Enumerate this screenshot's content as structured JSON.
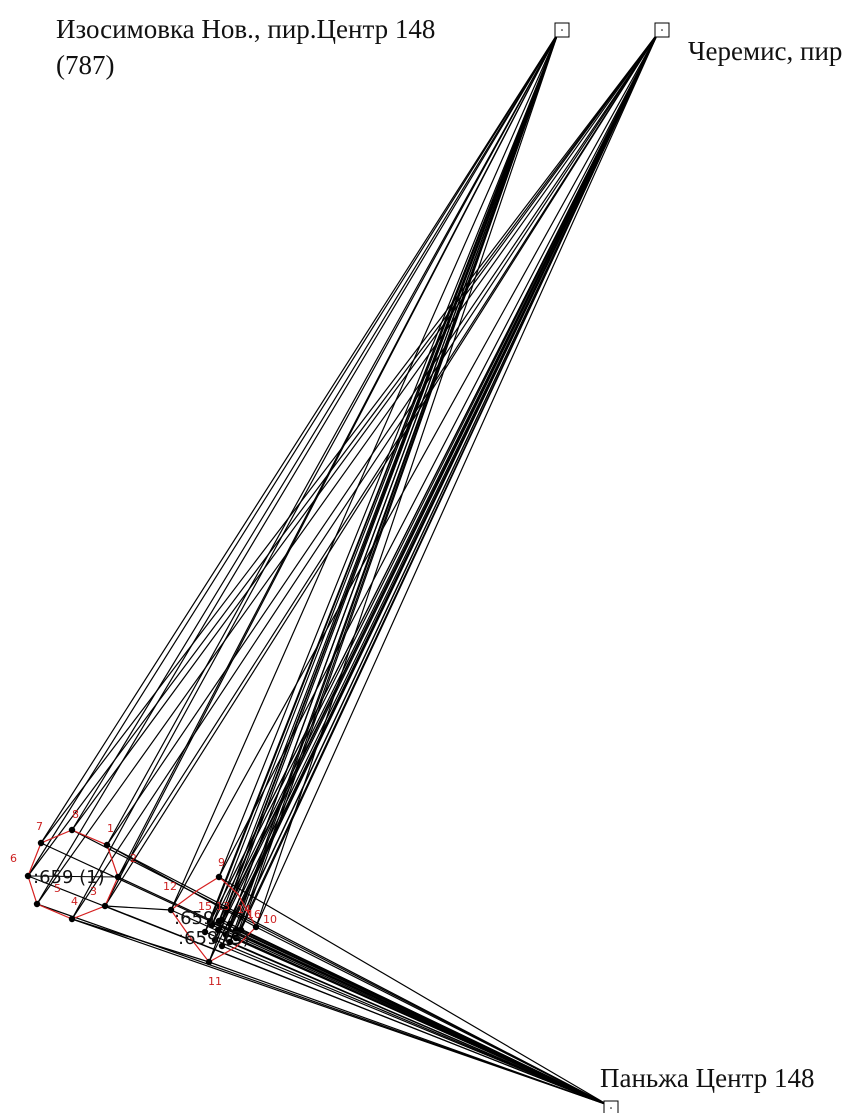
{
  "stations": [
    {
      "id": "izosimovka",
      "line1": "Изосимовка Нов., пир.Центр 148",
      "line2": "(787)"
    },
    {
      "id": "cheremis",
      "line1": "Черемис, пир",
      "line2": ""
    },
    {
      "id": "panzha",
      "line1": "Паньжа Центр 148",
      "line2": ""
    }
  ],
  "plots": [
    {
      "id": "plot1",
      "label": ":659 (1)"
    },
    {
      "id": "plot2",
      "label": ":659"
    },
    {
      "id": "plot3",
      "label": ":659 (3)"
    }
  ],
  "plot1_vertices": [
    "1",
    "2",
    "3",
    "4",
    "5",
    "6",
    "7",
    "8"
  ],
  "plot2_vertices": [
    "9",
    "10",
    "11",
    "12",
    "13",
    "14",
    "15",
    "16"
  ],
  "colors": {
    "lines": "#000000",
    "polygon": "#d62020",
    "vertex_labels": "#cc1f1f"
  }
}
